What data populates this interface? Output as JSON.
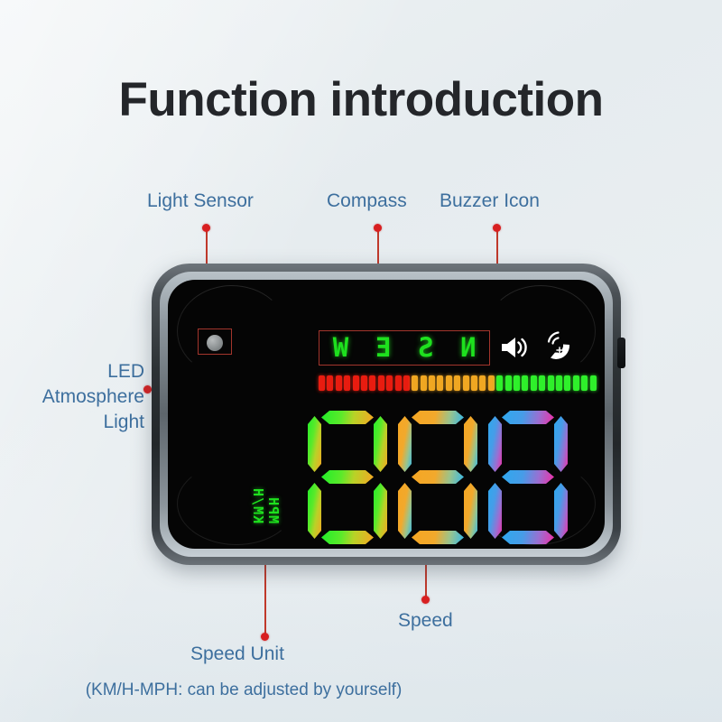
{
  "page": {
    "title": "Function introduction",
    "background_color": "#e8eef1",
    "label_color": "#3d6f9e",
    "pointer_color": "#c0392b"
  },
  "callouts": [
    {
      "id": "light-sensor",
      "label": "Light Sensor"
    },
    {
      "id": "compass",
      "label": "Compass"
    },
    {
      "id": "buzzer-icon",
      "label": "Buzzer Icon"
    },
    {
      "id": "led-atmosphere-light",
      "label": "LED\nAtmosphere\nLight",
      "line1": "LED",
      "line2": "Atmosphere",
      "line3": "Light"
    },
    {
      "id": "speed",
      "label": "Speed"
    },
    {
      "id": "speed-unit",
      "label": "Speed Unit"
    }
  ],
  "note": "(KM/H-MPH: can be adjusted by yourself)",
  "device": {
    "body_color": "#2d3235",
    "bezel_color": "#8e979e",
    "screen_color": "#050505",
    "light_sensor": {
      "icon": "light-sensor-dot",
      "color": "#9aa0a2"
    },
    "compass": {
      "letters": [
        "W",
        "E",
        "S",
        "N"
      ],
      "color": "#1ee11e",
      "mirrored": true,
      "highlight_border": "#a3352c"
    },
    "status_icons": [
      {
        "id": "buzzer",
        "icon": "speaker-icon",
        "color": "#ffffff"
      },
      {
        "id": "gps",
        "icon": "satellite-icon",
        "color": "#ffffff"
      }
    ],
    "led_bar": {
      "red_count": 11,
      "orange_count": 10,
      "green_count": 12,
      "red_color": "#e81c10",
      "orange_color": "#f0a722",
      "green_color": "#2ff02b"
    },
    "speed_display": {
      "digits": [
        "8",
        "8",
        "8"
      ],
      "gradient_stops": [
        "#21ed2a",
        "#f5a623",
        "#35b7e8",
        "#ee2fa6"
      ]
    },
    "speed_units": {
      "lines": [
        "MPH",
        "KM/H"
      ],
      "color": "#1ee11e",
      "mirrored": true
    }
  }
}
